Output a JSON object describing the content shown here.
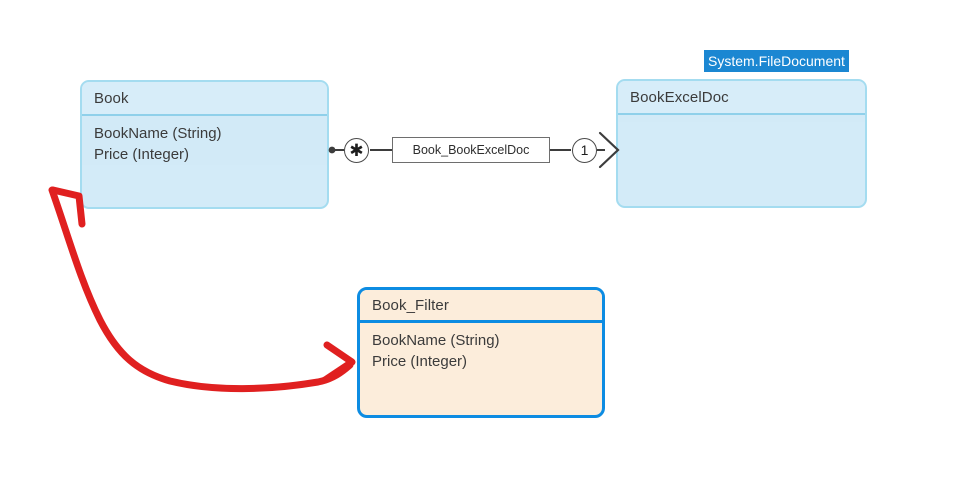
{
  "canvas": {
    "background": "#ffffff",
    "accent_blue": "#1b87d2",
    "entity_blue_fill": "#d3ebf8",
    "entity_blue_border": "#a4dcf0",
    "entity_cream_fill": "#fceddb",
    "entity_cream_border": "#0d8ce2",
    "annotation_color": "#e02020"
  },
  "entities": [
    {
      "id": "book",
      "name": "Book",
      "attributes": [
        "BookName (String)",
        "Price (Integer)"
      ]
    },
    {
      "id": "bookexceldoc",
      "name": "BookExcelDoc",
      "attributes": []
    },
    {
      "id": "book_filter",
      "name": "Book_Filter",
      "attributes": [
        "BookName (String)",
        "Price (Integer)"
      ]
    }
  ],
  "tooltip": {
    "text": "System.FileDocument"
  },
  "association": {
    "label": "Book_BookExcelDoc",
    "source_multiplicity": "✱",
    "target_multiplicity": "1"
  },
  "annotation": {
    "type": "hand-drawn-double-arrow",
    "from": "Book",
    "to": "Book_Filter"
  }
}
